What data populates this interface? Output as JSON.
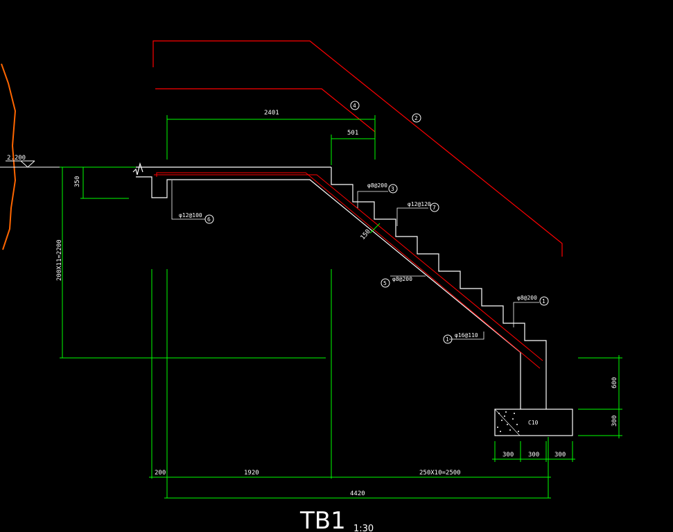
{
  "drawing": {
    "title": "TB1",
    "scale": "1:30",
    "colors": {
      "background": "#000000",
      "concrete": "#ffffff",
      "dimension": "#00ff00",
      "rebar": "#ff0000",
      "ground": "#ff6600"
    }
  },
  "elevation": {
    "label": "2.200"
  },
  "dimensions": {
    "top_length": "2401",
    "top_short": "501",
    "landing_depth": "350",
    "rise_total": "200X11=2200",
    "slab_thickness": "150",
    "bottom_200": "200",
    "bottom_1920": "1920",
    "bottom_steps": "250X10=2500",
    "bottom_total": "4420",
    "footing_600": "600",
    "footing_300": "300",
    "footing_w1": "300",
    "footing_w2": "300",
    "footing_w3": "300"
  },
  "rebars": [
    {
      "num": "6",
      "label": "φ12@100"
    },
    {
      "num": "3",
      "label": "φ8@200"
    },
    {
      "num": "7",
      "label": "φ12@120"
    },
    {
      "num": "5",
      "label": "φ8@200"
    },
    {
      "num": "1",
      "label": "φ8@200"
    },
    {
      "num": "1",
      "label": "φ16@110"
    }
  ],
  "bar_marks": {
    "top_bar": "4",
    "long_bar": "2"
  },
  "footing": {
    "label": "C10"
  }
}
